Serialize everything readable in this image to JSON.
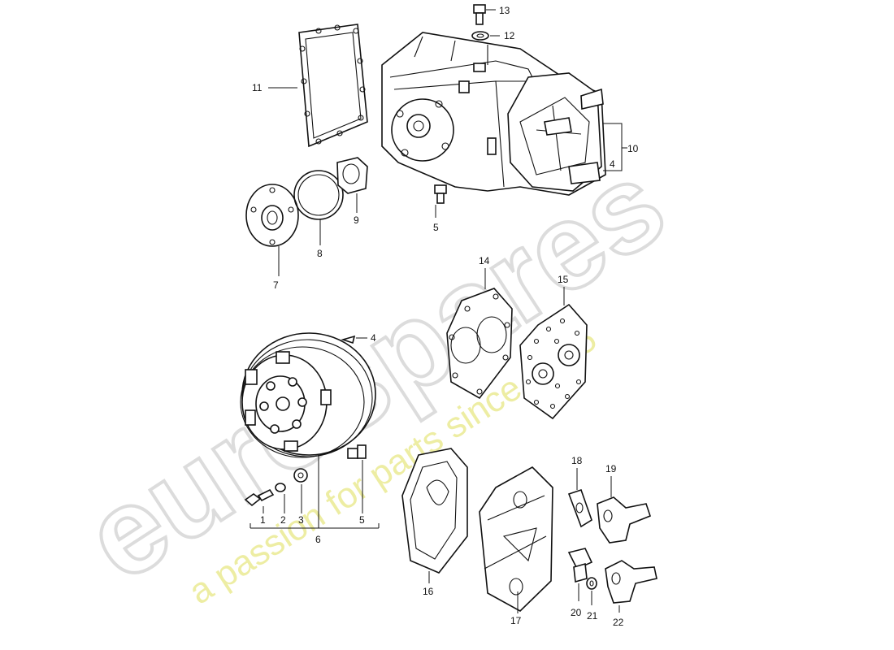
{
  "watermark": {
    "brand": "eurospares",
    "tagline": "a passion for parts since 1985"
  },
  "callouts": [
    {
      "id": "c1",
      "text": "1"
    },
    {
      "id": "c2",
      "text": "2"
    },
    {
      "id": "c3",
      "text": "3"
    },
    {
      "id": "c4a",
      "text": "4"
    },
    {
      "id": "c4b",
      "text": "4"
    },
    {
      "id": "c5a",
      "text": "5"
    },
    {
      "id": "c5b",
      "text": "5"
    },
    {
      "id": "c6",
      "text": "6"
    },
    {
      "id": "c7",
      "text": "7"
    },
    {
      "id": "c8",
      "text": "8"
    },
    {
      "id": "c9",
      "text": "9"
    },
    {
      "id": "c10",
      "text": "10"
    },
    {
      "id": "c11",
      "text": "11"
    },
    {
      "id": "c12",
      "text": "12"
    },
    {
      "id": "c13",
      "text": "13"
    },
    {
      "id": "c14",
      "text": "14"
    },
    {
      "id": "c15",
      "text": "15"
    },
    {
      "id": "c16",
      "text": "16"
    },
    {
      "id": "c17",
      "text": "17"
    },
    {
      "id": "c18",
      "text": "18"
    },
    {
      "id": "c19",
      "text": "19"
    },
    {
      "id": "c20",
      "text": "20"
    },
    {
      "id": "c21",
      "text": "21"
    },
    {
      "id": "c22",
      "text": "22"
    }
  ]
}
